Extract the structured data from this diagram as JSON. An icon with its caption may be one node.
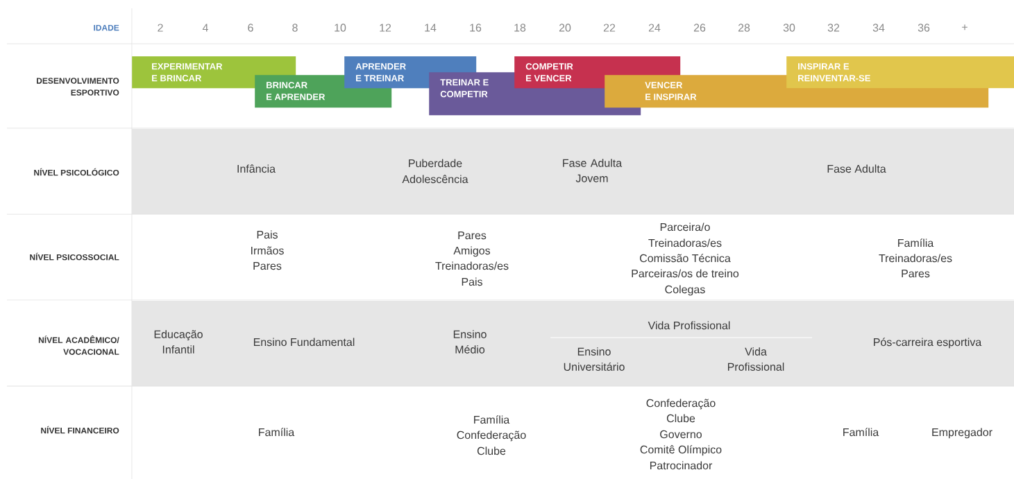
{
  "diagram": {
    "nodes": [
      {
        "text": [
          "EXPERIMENTAR E BRINCAR"
        ]
      },
      {
        "text": [
          "BRINCAR E APRENDER"
        ]
      },
      {
        "text": [
          "APRENDER E TREINAR"
        ]
      },
      {
        "text": [
          "TREINAR E COMPETIR"
        ]
      },
      {
        "text": [
          "COMPETIR E VENCER"
        ]
      },
      {
        "text": [
          "VENCER E INSPIRAR"
        ]
      },
      {
        "text": [
          "INSPIRAR E REINVENTAR-SE"
        ]
      }
    ],
    "labels": [
      "IDADE",
      "2",
      "4",
      "6",
      "8",
      "10",
      "12",
      "14",
      "16",
      "18",
      "20",
      "22",
      "24",
      "26",
      "28",
      "30",
      "32",
      "34",
      "36",
      "+",
      "DESENVOLVIMENTO ESPORTIVO",
      "NÍVEL PSICOLÓGICO",
      "Infância",
      "Puberdade",
      "Adolescência",
      "Fase Adulta Jovem",
      "Fase Adulta",
      "NÍVEL PSICOSSOCIAL",
      "Pais",
      "Irmãos",
      "Pares",
      "Pares",
      "Amigos",
      "Treinadoras/es",
      "Pais",
      "Parceira/o",
      "Treinadoras/es",
      "Comissão Técnica",
      "Parceiras/os de treino",
      "Colegas",
      "Família",
      "Treinadoras/es",
      "Pares",
      "NÍVEL ACADÊMICO/ VOCACIONAL",
      "Educação Infantil",
      "Ensino Fundamental",
      "Ensino Médio",
      "Vida Profissional",
      "Ensino Universitário",
      "Vida Profissional",
      "Pós-carreira esportiva",
      "NÍVEL FINANCEIRO",
      "Família",
      "Família",
      "Confederação",
      "Clube",
      "Confederação",
      "Clube",
      "Governo",
      "Comitê Olímpico",
      "Patrocinador",
      "Família",
      "Empregador"
    ]
  }
}
